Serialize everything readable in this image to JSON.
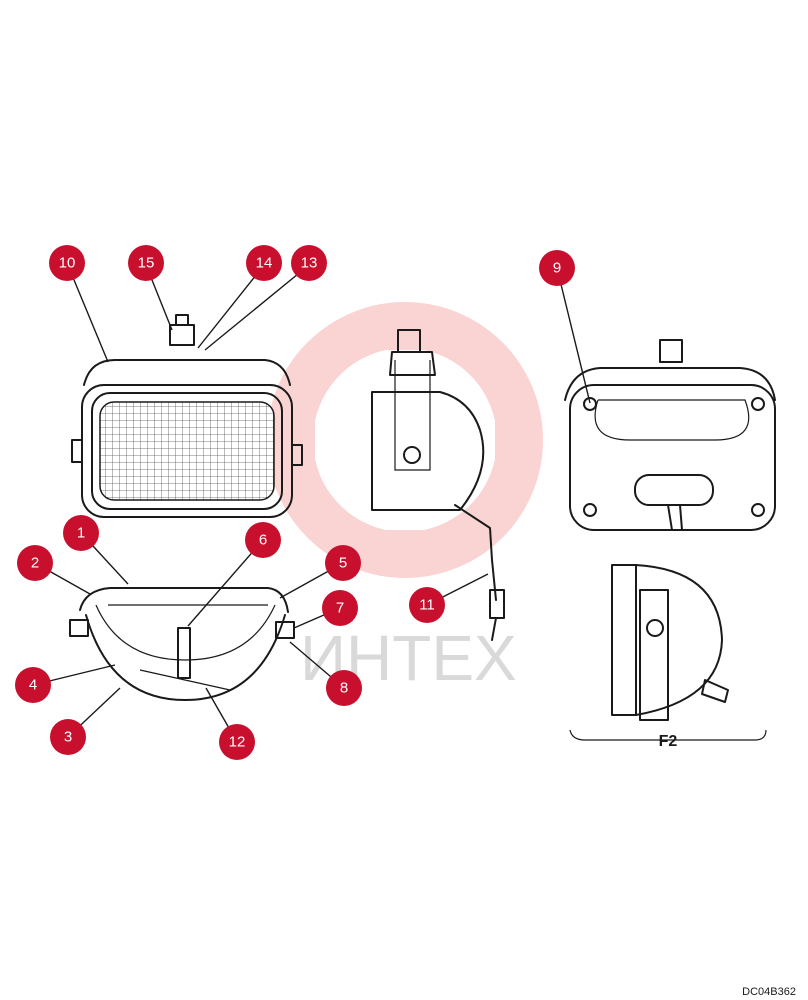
{
  "watermark": {
    "text": "ИНТЕХ",
    "color": "#f5b8b8"
  },
  "callouts": [
    {
      "id": "callout-1",
      "label": "1"
    },
    {
      "id": "callout-2",
      "label": "2"
    },
    {
      "id": "callout-3",
      "label": "3"
    },
    {
      "id": "callout-4",
      "label": "4"
    },
    {
      "id": "callout-5",
      "label": "5"
    },
    {
      "id": "callout-6",
      "label": "6"
    },
    {
      "id": "callout-7",
      "label": "7"
    },
    {
      "id": "callout-8",
      "label": "8"
    },
    {
      "id": "callout-9",
      "label": "9"
    },
    {
      "id": "callout-10",
      "label": "10"
    },
    {
      "id": "callout-11",
      "label": "11"
    },
    {
      "id": "callout-12",
      "label": "12"
    },
    {
      "id": "callout-13",
      "label": "13"
    },
    {
      "id": "callout-14",
      "label": "14"
    },
    {
      "id": "callout-15",
      "label": "15"
    }
  ],
  "callout_color": "#c8102e",
  "view_label": "F2",
  "document_id": "DC04B362"
}
